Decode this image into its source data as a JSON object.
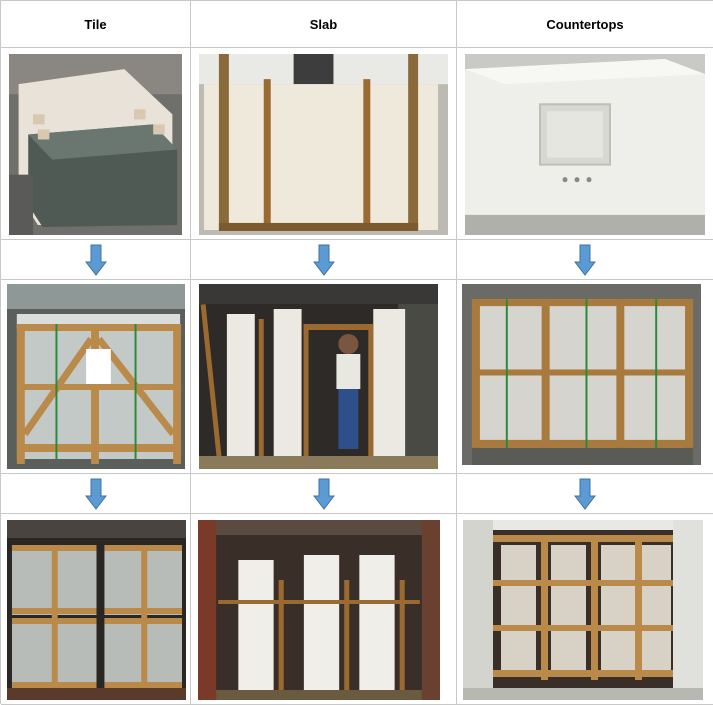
{
  "headers": {
    "tile": "Tile",
    "slab": "Slab",
    "countertops": "Countertops"
  },
  "colors": {
    "arrow_fill": "#5b9bd5",
    "arrow_stroke": "#41719c",
    "border": "#c8c8c8"
  },
  "icons": {
    "arrow": "down-arrow-icon"
  }
}
